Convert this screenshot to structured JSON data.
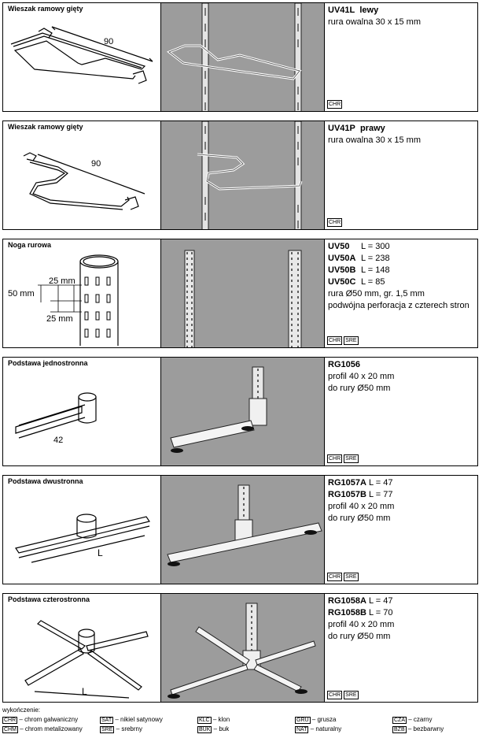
{
  "products": [
    {
      "title": "Wieszak ramowy gięty",
      "lines": [
        {
          "code": "UV41L",
          "text": "lewy"
        },
        {
          "text": "rura owalna 30 x 15 mm"
        }
      ],
      "dims": [
        "90"
      ],
      "finishes": [
        "CHR"
      ]
    },
    {
      "title": "Wieszak ramowy gięty",
      "lines": [
        {
          "code": "UV41P",
          "text": "prawy"
        },
        {
          "text": "rura owalna 30 x 15 mm"
        }
      ],
      "dims": [
        "90"
      ],
      "finishes": [
        "CHR"
      ]
    },
    {
      "title": "Noga rurowa",
      "lines": [
        {
          "code": "UV50",
          "text": "L = 300"
        },
        {
          "code": "UV50A",
          "text": "L = 238"
        },
        {
          "code": "UV50B",
          "text": "L = 148"
        },
        {
          "code": "UV50C",
          "text": "L = 85"
        },
        {
          "text": "rura Ø50 mm, gr. 1,5 mm"
        },
        {
          "text": "podwójna perforacja z czterech stron"
        }
      ],
      "dims": [
        "25 mm",
        "50 mm",
        "25 mm"
      ],
      "finishes": [
        "CHR",
        "SRE"
      ]
    },
    {
      "title": "Podstawa jednostronna",
      "lines": [
        {
          "code": "RG1056",
          "text": ""
        },
        {
          "text": "profil 40 x 20 mm"
        },
        {
          "text": "do rury Ø50 mm"
        }
      ],
      "dims": [
        "42"
      ],
      "finishes": [
        "CHR",
        "SRE"
      ]
    },
    {
      "title": "Podstawa dwustronna",
      "lines": [
        {
          "code": "RG1057A",
          "text": "L = 47"
        },
        {
          "code": "RG1057B",
          "text": "L = 77"
        },
        {
          "text": "profil 40 x 20 mm"
        },
        {
          "text": "do rury Ø50 mm"
        }
      ],
      "dims": [
        "L"
      ],
      "finishes": [
        "CHR",
        "SRE"
      ]
    },
    {
      "title": "Podstawa czterostronna",
      "lines": [
        {
          "code": "RG1058A",
          "text": "L = 47"
        },
        {
          "code": "RG1058B",
          "text": "L = 70"
        },
        {
          "text": "profil 40 x 20 mm"
        },
        {
          "text": "do rury Ø50 mm"
        }
      ],
      "dims": [
        "L"
      ],
      "finishes": [
        "CHR",
        "SRE"
      ]
    }
  ],
  "legend": {
    "title": "wykończenie:",
    "items": [
      {
        "code": "CHR",
        "label": "– chrom galwaniczny"
      },
      {
        "code": "CHM",
        "label": "– chrom metalizowany"
      },
      {
        "code": "SAT",
        "label": "– nikiel satynowy"
      },
      {
        "code": "SRE",
        "label": "– srebrny"
      },
      {
        "code": "KLC",
        "label": "– klon"
      },
      {
        "code": "BUK",
        "label": "– buk"
      },
      {
        "code": "GRU",
        "label": "– grusza"
      },
      {
        "code": "NAT",
        "label": "– naturalny"
      },
      {
        "code": "CZA",
        "label": "– czarny"
      },
      {
        "code": "BZB",
        "label": "– bezbarwny"
      }
    ]
  }
}
